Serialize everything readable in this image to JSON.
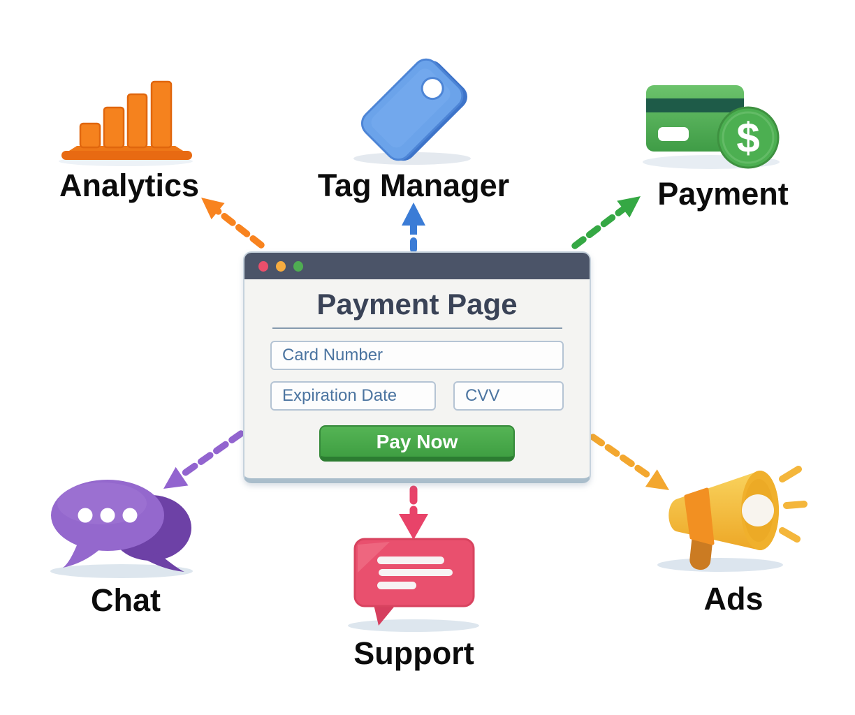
{
  "window": {
    "title": "Payment Page",
    "card_number_placeholder": "Card Number",
    "expiration_placeholder": "Expiration Date",
    "cvv_placeholder": "CVV",
    "pay_button_label": "Pay Now",
    "titlebar_color": "#4b5468",
    "traffic_light_colors": [
      "#ea4f6b",
      "#f6ac40",
      "#4fad52"
    ],
    "pay_button_color": "#45a548"
  },
  "nodes": [
    {
      "id": "analytics",
      "label": "Analytics",
      "icon": "bar-chart-icon",
      "icon_color": "#f5821e",
      "arrow_color": "#f8831f",
      "position": "top-left"
    },
    {
      "id": "tag-manager",
      "label": "Tag Manager",
      "icon": "tag-icon",
      "icon_color": "#6ba3ea",
      "arrow_color": "#3b7cd6",
      "position": "top-center"
    },
    {
      "id": "payment",
      "label": "Payment",
      "icon": "credit-card-dollar-icon",
      "icon_color": "#4fae53",
      "arrow_color": "#35a844",
      "coin_symbol": "$",
      "position": "top-right"
    },
    {
      "id": "chat",
      "label": "Chat",
      "icon": "chat-bubbles-icon",
      "icon_color": "#9468cd",
      "arrow_color": "#9264cf",
      "position": "bottom-left"
    },
    {
      "id": "support",
      "label": "Support",
      "icon": "message-bubble-icon",
      "icon_color": "#e9506e",
      "arrow_color": "#e84369",
      "position": "bottom-center"
    },
    {
      "id": "ads",
      "label": "Ads",
      "icon": "megaphone-icon",
      "icon_color": "#f6c244",
      "arrow_color": "#f3a72f",
      "position": "bottom-right"
    }
  ]
}
